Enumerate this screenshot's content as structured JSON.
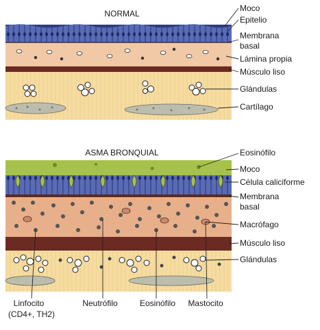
{
  "normal": {
    "title": "NORMAL",
    "labels": {
      "moco": "Moco",
      "epitelio": "Epitelio",
      "membrana_1": "Membrana",
      "membrana_2": "basal",
      "lamina": "Lámina propia",
      "musculo": "Músculo liso",
      "glandulas": "Glándulas",
      "cartilago": "Cartílago"
    }
  },
  "asma": {
    "title": "ASMA BRONQUIAL",
    "labels": {
      "eosinofilo": "Eosinófilo",
      "moco": "Moco",
      "celula": "Célula caliciforme",
      "membrana_1": "Membrana",
      "membrana_2": "basal",
      "macrofago": "Macrófago",
      "musculo": "Músculo liso",
      "glandulas": "Glándulas"
    },
    "bottom_labels": {
      "linfocito_1": "Linfocito",
      "linfocito_2": "(CD4+, TH2)",
      "neutrofilo": "Neutrófilo",
      "eosinofilo": "Eosinófilo",
      "mastocito": "Mastocito"
    }
  },
  "colors": {
    "mucus_thin": "#2d3d7a",
    "epithelium": "#5a6bb5",
    "lamina": "#f2c9a6",
    "muscle": "#6b2a22",
    "submucosa": "#f6dca0",
    "cartilage": "#bdbdad",
    "green_mucus": "#a7c24a",
    "asthma_lamina": "#e8b08a"
  }
}
